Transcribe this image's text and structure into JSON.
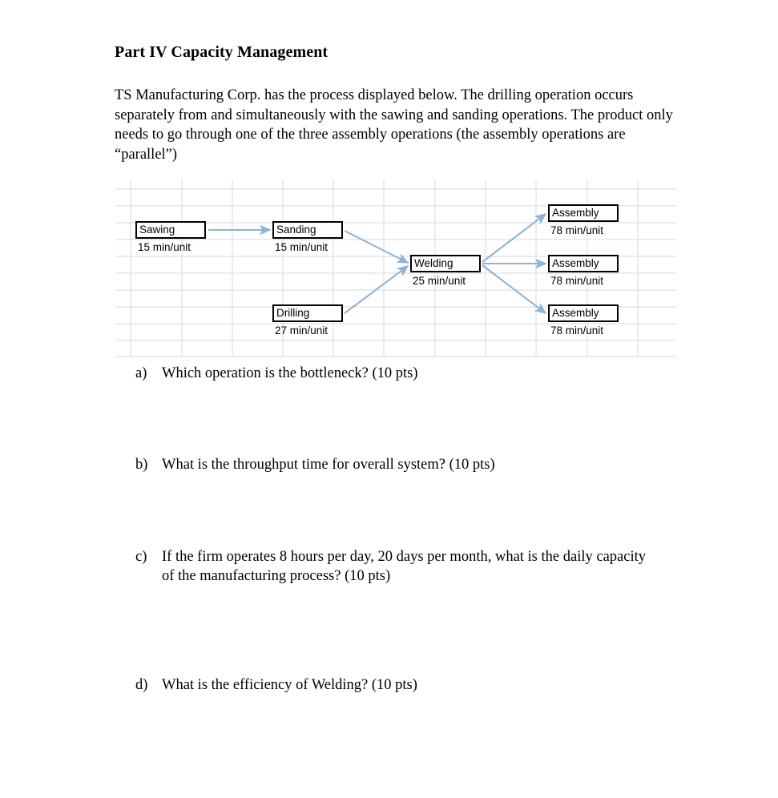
{
  "document": {
    "heading": "Part IV Capacity Management",
    "intro": "TS Manufacturing Corp. has the process displayed below. The drilling operation occurs separately from and simultaneously with the sawing and sanding operations. The product only needs to go through one of the three assembly operations (the assembly operations are “parallel”)"
  },
  "diagram": {
    "type": "process-flow",
    "background": "spreadsheet-grid",
    "grid": {
      "line_color": "#d9d9d9",
      "row_height": 20.8,
      "col_width": 63.5,
      "rows": 11,
      "cols": 11
    },
    "arrow_color": "#8eb4d8",
    "box_border_color": "#000000",
    "nodes": [
      {
        "id": "sawing",
        "label": "Sawing",
        "rate": "15 min/unit",
        "minutes": 15,
        "col": 0,
        "row": 2
      },
      {
        "id": "sanding",
        "label": "Sanding",
        "rate": "15 min/unit",
        "minutes": 15,
        "col": 3,
        "row": 2
      },
      {
        "id": "drilling",
        "label": "Drilling",
        "rate": "27 min/unit",
        "minutes": 27,
        "col": 3,
        "row": 7
      },
      {
        "id": "welding",
        "label": "Welding",
        "rate": "25 min/unit",
        "minutes": 25,
        "col": 6,
        "row": 4
      },
      {
        "id": "assembly-1",
        "label": "Assembly",
        "rate": "78 min/unit",
        "minutes": 78,
        "col": 9,
        "row": 1
      },
      {
        "id": "assembly-2",
        "label": "Assembly",
        "rate": "78 min/unit",
        "minutes": 78,
        "col": 9,
        "row": 4
      },
      {
        "id": "assembly-3",
        "label": "Assembly",
        "rate": "78 min/unit",
        "minutes": 78,
        "col": 9,
        "row": 7
      }
    ],
    "edges": [
      {
        "from": "sawing",
        "to": "sanding"
      },
      {
        "from": "sanding",
        "to": "welding"
      },
      {
        "from": "drilling",
        "to": "welding"
      },
      {
        "from": "welding",
        "to": "assembly-1"
      },
      {
        "from": "welding",
        "to": "assembly-2"
      },
      {
        "from": "welding",
        "to": "assembly-3"
      }
    ]
  },
  "questions": [
    {
      "marker": "a)",
      "text": "Which operation is the bottleneck? (10 pts)"
    },
    {
      "marker": "b)",
      "text": "What is the throughput time for overall system? (10 pts)"
    },
    {
      "marker": "c)",
      "text": "If the firm operates 8 hours per day, 20 days per month, what is the daily capacity of the manufacturing process? (10 pts)"
    },
    {
      "marker": "d)",
      "text": "What is the efficiency of Welding? (10 pts)"
    }
  ]
}
